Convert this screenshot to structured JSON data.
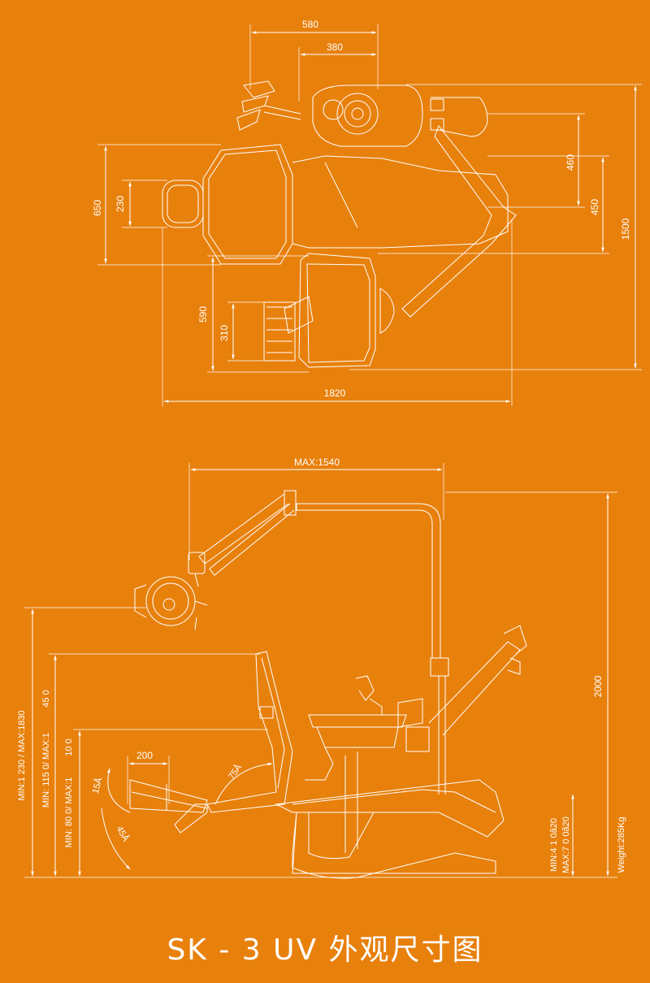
{
  "title": "SK - 3 UV 外观尺寸图",
  "top_view": {
    "dims": {
      "w580": "580",
      "w380": "380",
      "h460": "460",
      "h450": "450",
      "h1500": "1500",
      "h650": "650",
      "h230": "230",
      "h590": "590",
      "h310": "310",
      "w1820": "1820"
    }
  },
  "side_view": {
    "dims": {
      "max1540": "MAX:1540",
      "h2000": "2000",
      "weight": "Weight:285Kg",
      "min_max_1830": "MIN:1 230 / MAX:1830",
      "v45_0": "45 0",
      "min_max_115": "MIN: 115 0/ MAX:1",
      "v10_0": "10 0",
      "min_max_80": "MIN: 80 0/ MAX:1",
      "w200": "200",
      "a15": "15Å",
      "a45": "45Å",
      "a75": "75Å",
      "min4": "MIN:4 1 0ã20",
      "max7": "MAX:7 0 0ã20"
    }
  },
  "colors": {
    "background": "#e8800c",
    "lines": "#ffffff"
  }
}
